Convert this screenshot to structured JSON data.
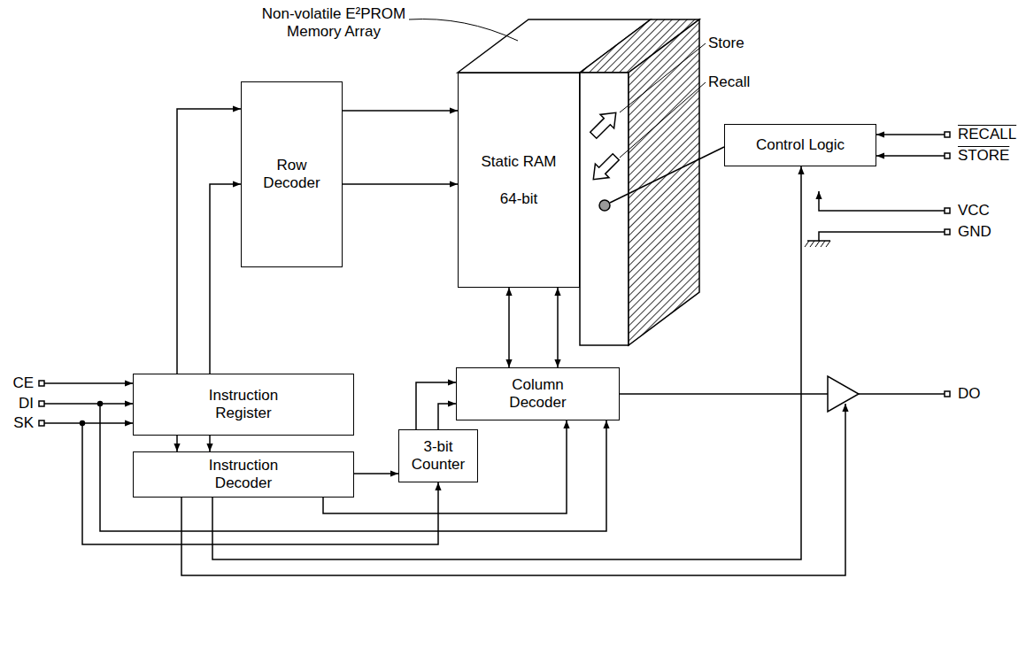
{
  "diagram": {
    "nodes": [
      {
        "text": [
          "Row Decoder"
        ]
      },
      {
        "text": [
          "Static RAM",
          "64-bit"
        ]
      },
      {
        "text": [
          "Control Logic"
        ]
      },
      {
        "text": [
          "Instruction Register"
        ]
      },
      {
        "text": [
          "Column Decoder"
        ]
      },
      {
        "text": [
          "Instruction Decoder"
        ]
      },
      {
        "text": [
          "3-bit Counter"
        ]
      }
    ],
    "edges": [
      {
        "from": 3,
        "to": 0,
        "arrow": "to"
      },
      {
        "from": 3,
        "to": 0,
        "arrow": "to"
      },
      {
        "from": 0,
        "to": 1,
        "arrow": "to"
      },
      {
        "from": 0,
        "to": 1,
        "arrow": "to"
      },
      {
        "from": 3,
        "to": 5,
        "arrow": "to"
      },
      {
        "from": 3,
        "to": 5,
        "arrow": "to"
      },
      {
        "from": 5,
        "to": 6,
        "arrow": "to"
      },
      {
        "from": 6,
        "to": 4,
        "arrow": "to"
      },
      {
        "from": 6,
        "to": 4,
        "arrow": "to"
      },
      {
        "from": 1,
        "to": 4,
        "arrow": "both"
      },
      {
        "from": 1,
        "to": 4,
        "arrow": "both"
      },
      {
        "from": 5,
        "to": 4,
        "arrow": "to"
      },
      {
        "from": 5,
        "to": 2,
        "arrow": "to"
      }
    ],
    "labels": [
      "Non-volatile E²PROM Memory Array",
      "Store",
      "Recall",
      "RECALL",
      "STORE",
      "VCC",
      "GND",
      "CE",
      "DI",
      "SK",
      "DO"
    ]
  }
}
